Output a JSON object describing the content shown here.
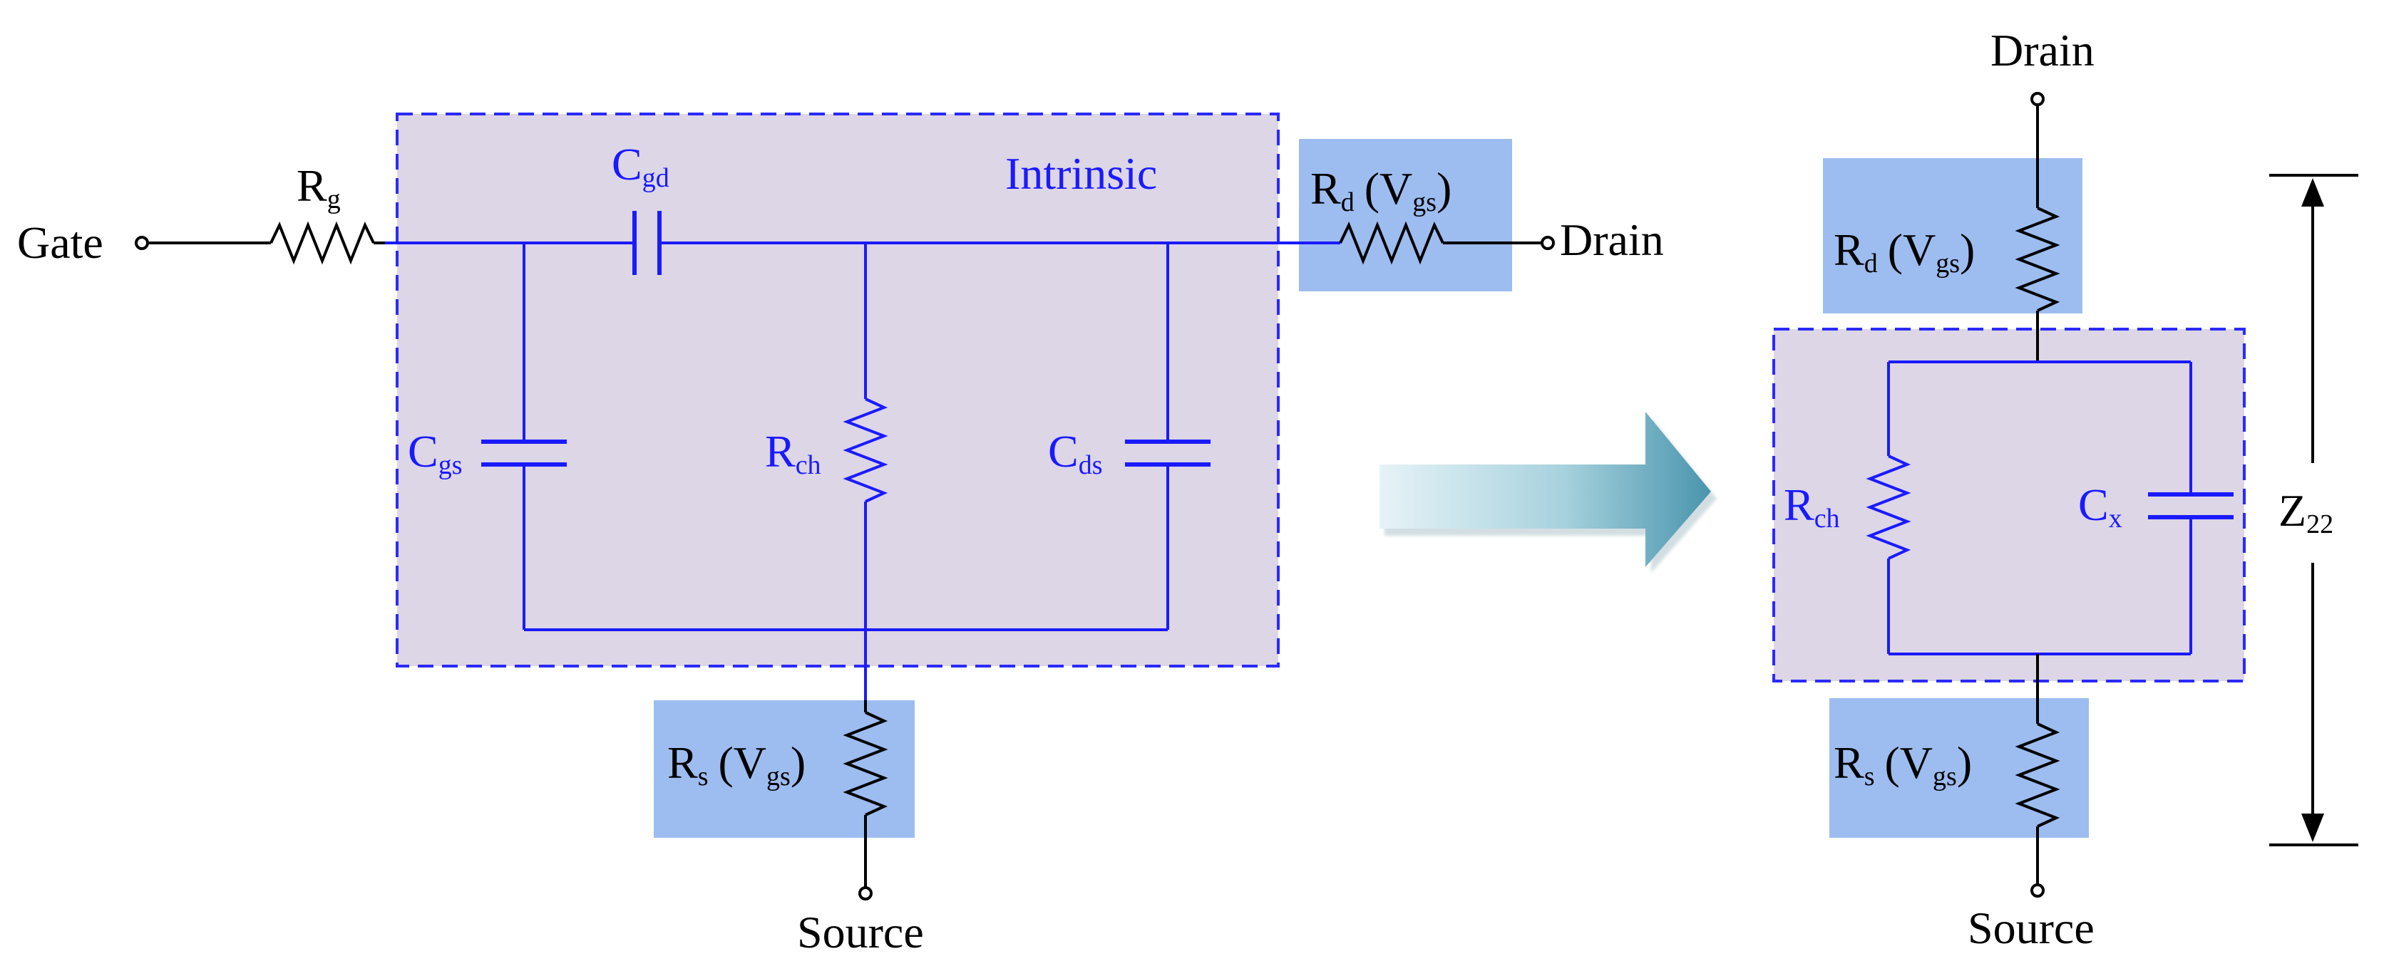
{
  "colors": {
    "intrinsic_wire": "#1a1aff",
    "extrinsic_wire": "#000000",
    "intrinsic_fill": "#ddd6e6",
    "intrinsic_border": "#2a2aff",
    "resistor_box_fill": "#9dbdf0",
    "arrow_light": "#e3f2f6",
    "arrow_dark": "#4f9bb2"
  },
  "left_circuit": {
    "gate_label": "Gate",
    "drain_label": "Drain",
    "source_label": "Source",
    "intrinsic_label": "Intrinsic",
    "rg": {
      "main": "R",
      "sub": "g"
    },
    "cgd": {
      "main": "C",
      "sub": "gd"
    },
    "cgs": {
      "main": "C",
      "sub": "gs"
    },
    "rch": {
      "main": "R",
      "sub": "ch"
    },
    "cds": {
      "main": "C",
      "sub": "ds"
    },
    "rd": {
      "main": "R",
      "sub": "d",
      "paren_open": "(V",
      "paren_sub": "gs",
      "paren_close": ")"
    },
    "rs": {
      "main": "R",
      "sub": "s",
      "paren_open": "(V",
      "paren_sub": "gs",
      "paren_close": ")"
    }
  },
  "right_circuit": {
    "drain_label": "Drain",
    "source_label": "Source",
    "rd": {
      "main": "R",
      "sub": "d",
      "paren_open": "(V",
      "paren_sub": "gs",
      "paren_close": ")"
    },
    "rch": {
      "main": "R",
      "sub": "ch"
    },
    "cx": {
      "main": "C",
      "sub": "x"
    },
    "rs": {
      "main": "R",
      "sub": "s",
      "paren_open": "(V",
      "paren_sub": "gs",
      "paren_close": ")"
    },
    "z22": {
      "main": "Z",
      "sub": "22"
    }
  }
}
